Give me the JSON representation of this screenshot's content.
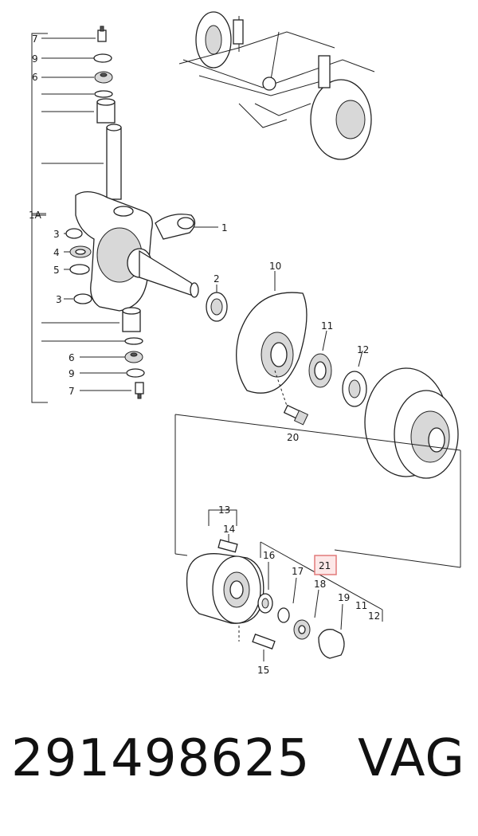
{
  "callouts": {
    "c7_top": "7",
    "c9_top": "9",
    "c6_top": "6",
    "c1a": "1A",
    "c1": "1",
    "c3_top": "3",
    "c4": "4",
    "c5": "5",
    "c3_bot": "3",
    "c6_bot": "6",
    "c9_bot": "9",
    "c7_bot": "7",
    "c2": "2",
    "c10": "10",
    "c11": "11",
    "c12": "12",
    "c20": "20",
    "c13": "13",
    "c14": "14",
    "c16": "16",
    "c17": "17",
    "c18": "18",
    "c19": "19",
    "c11_b": "11",
    "c12_b": "12",
    "c15": "15",
    "c21": "21"
  },
  "footer": {
    "part_number": "291498625",
    "brand": "VAG"
  },
  "colors": {
    "highlight_fill": "#fde8e8",
    "highlight_border": "#e27a7a",
    "line": "#222222"
  }
}
